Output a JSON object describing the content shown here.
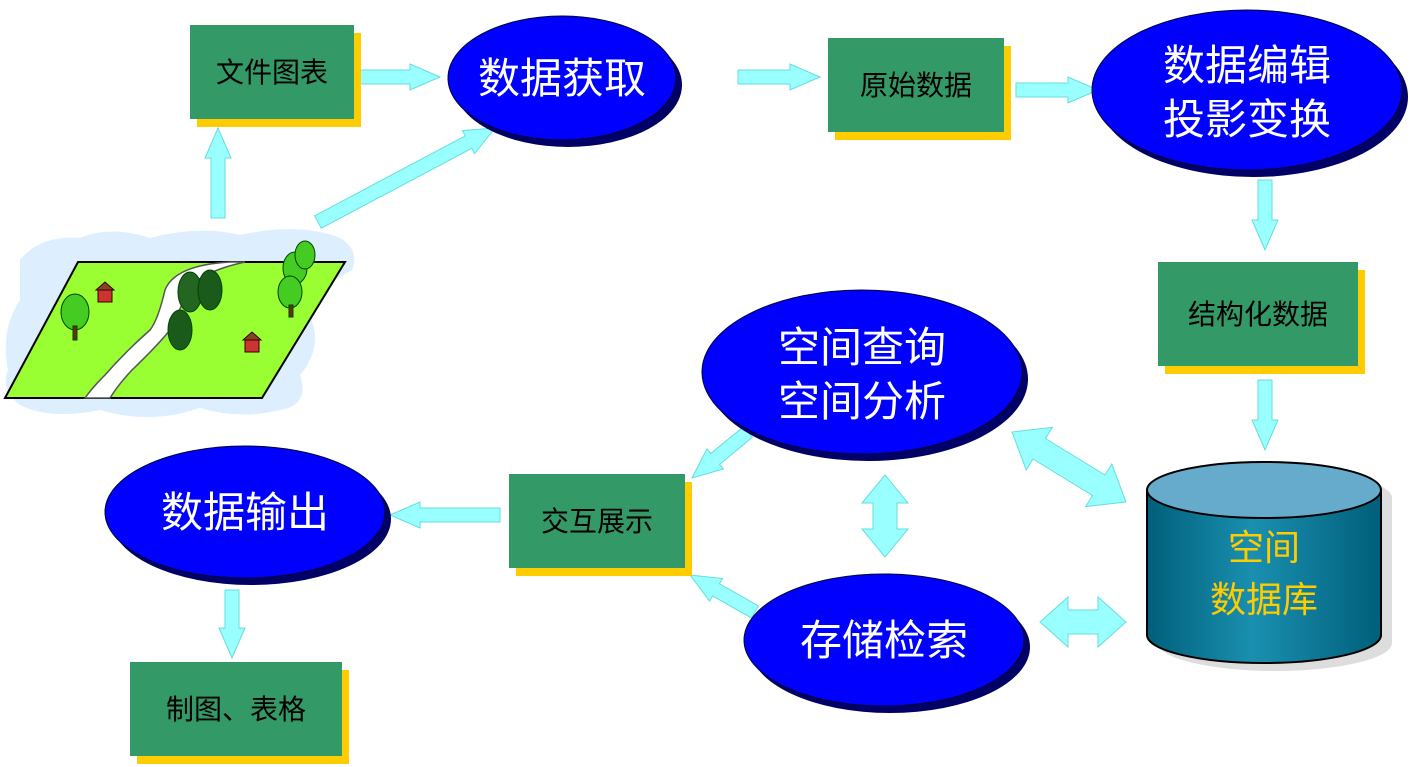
{
  "colors": {
    "box_fill": "#339966",
    "box_shadow": "#ffcc00",
    "ellipse_fill": "#0000ff",
    "ellipse_shadow": "#000066",
    "arrow": "#99ffff",
    "db_fill": "#007799",
    "db_top": "#66aacc",
    "db_text": "#ffcc00"
  },
  "boxes": {
    "file_charts": "文件图表",
    "raw_data": "原始数据",
    "structured_data": "结构化数据",
    "interactive_display": "交互展示",
    "mapping_tables": "制图、表格"
  },
  "ellipses": {
    "data_acquisition": "数据获取",
    "data_edit": [
      "数据编辑",
      "投影变换"
    ],
    "spatial_query": [
      "空间查询",
      "空间分析"
    ],
    "data_output": "数据输出",
    "storage_retrieval": "存储检索"
  },
  "database": {
    "line1": "空间",
    "line2": "数据库"
  },
  "icons": {
    "landscape": "landscape-map-icon",
    "database": "database-cylinder-icon"
  }
}
